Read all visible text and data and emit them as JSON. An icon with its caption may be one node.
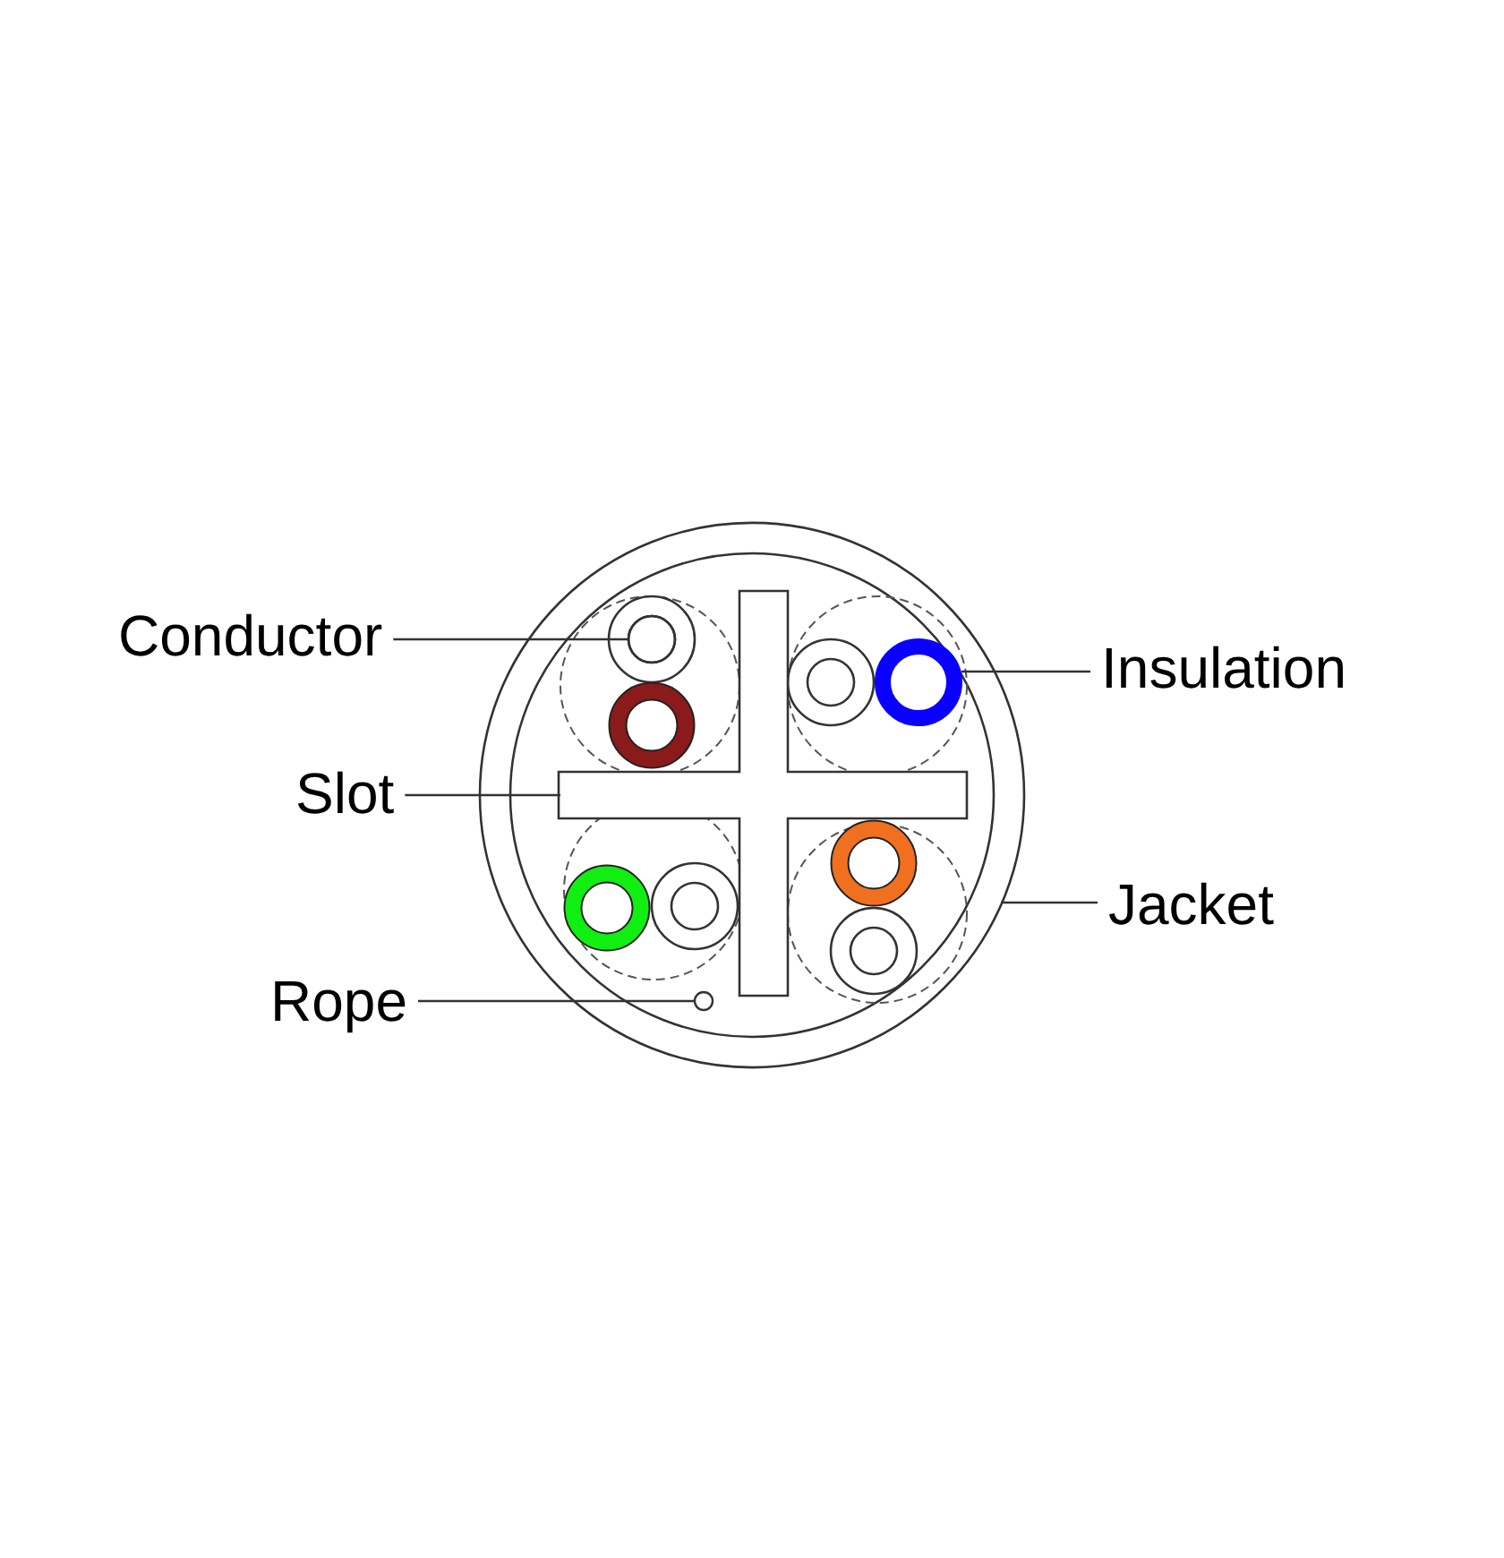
{
  "diagram": {
    "nodes": [
      {
        "text": [],
        "shape": "ring"
      },
      {
        "text": [
          "Conductor"
        ]
      },
      {
        "text": [],
        "shape": "circle",
        "in": 0
      },
      {
        "text": [
          "Insulation"
        ]
      },
      {
        "text": [],
        "shape": "circle",
        "in": 0
      },
      {
        "text": [
          "Slot"
        ]
      },
      {
        "text": [],
        "shape": "cross",
        "in": 0
      },
      {
        "text": [
          "Jacket"
        ]
      },
      {
        "text": [
          "Rope"
        ]
      },
      {
        "text": [],
        "shape": "circle",
        "in": 0
      }
    ],
    "edges": [
      {
        "from": 1,
        "to": 2,
        "arrow": "none"
      },
      {
        "from": 3,
        "to": 4,
        "arrow": "none"
      },
      {
        "from": 5,
        "to": 6,
        "arrow": "none"
      },
      {
        "from": 7,
        "to": 0,
        "arrow": "none"
      },
      {
        "from": 8,
        "to": 9,
        "arrow": "none"
      }
    ]
  }
}
